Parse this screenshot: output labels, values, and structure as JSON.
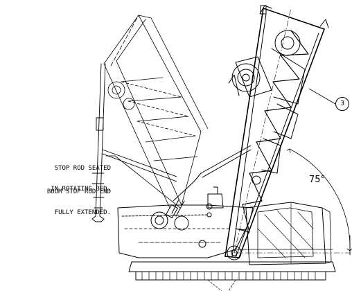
{
  "notes": {
    "stop_rod_line1": "STOP ROD SEATED",
    "stop_rod_line2": "IN ROTATING BED.",
    "boom_stop_line1": "BOOM STOP ROD END",
    "boom_stop_line2": "FULLY EXTENDED."
  },
  "angle_label": "75°",
  "callout_number": "3",
  "colors": {
    "line": "#000000",
    "background": "#ffffff"
  }
}
